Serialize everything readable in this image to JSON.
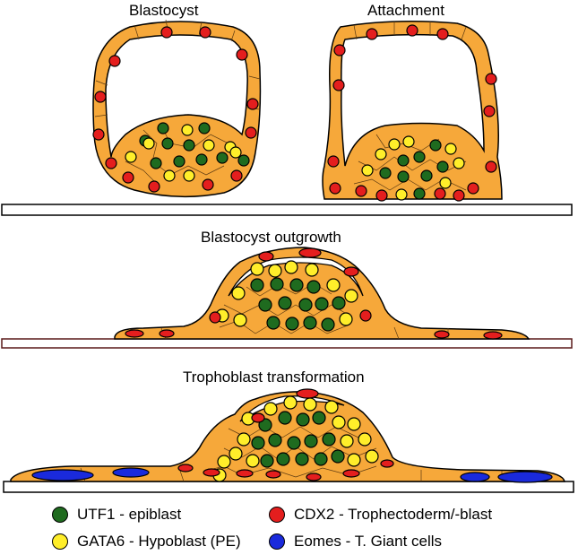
{
  "titles": {
    "blastocyst": "Blastocyst",
    "attachment": "Attachment",
    "outgrowth": "Blastocyst outgrowth",
    "transformation": "Trophoblast transformation"
  },
  "legend": [
    {
      "label": "UTF1 - epiblast",
      "color": "#1f6b1f"
    },
    {
      "label": "CDX2 - Trophectoderm/-blast",
      "color": "#e41e1e"
    },
    {
      "label": "GATA6 - Hypoblast (PE)",
      "color": "#ffee2a"
    },
    {
      "label": "Eomes - T. Giant cells",
      "color": "#1a2adc"
    }
  ],
  "colors": {
    "tissue": "#f6a83a",
    "epiblast": "#1f6b1f",
    "trophectoderm": "#e41e1e",
    "hypoblast": "#ffee2a",
    "giant": "#1a2adc"
  }
}
